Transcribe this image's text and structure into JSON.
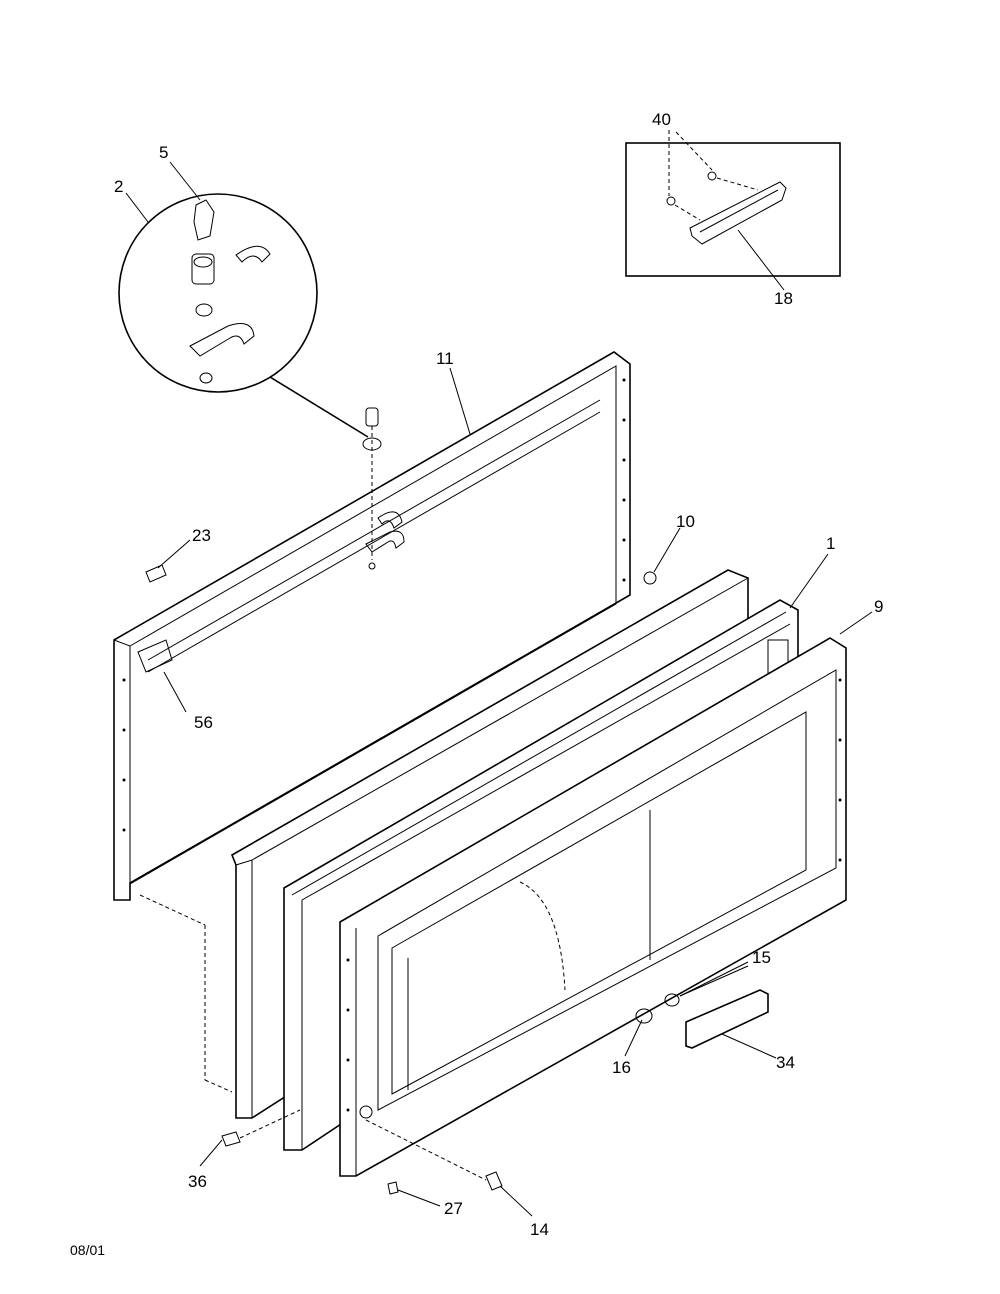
{
  "callouts": {
    "c1": "1",
    "c2": "2",
    "c5": "5",
    "c9": "9",
    "c10": "10",
    "c11": "11",
    "c14": "14",
    "c15": "15",
    "c16": "16",
    "c18": "18",
    "c23": "23",
    "c27": "27",
    "c34": "34",
    "c36": "36",
    "c40": "40",
    "c56": "56"
  },
  "footer": {
    "date_code": "08/01"
  }
}
